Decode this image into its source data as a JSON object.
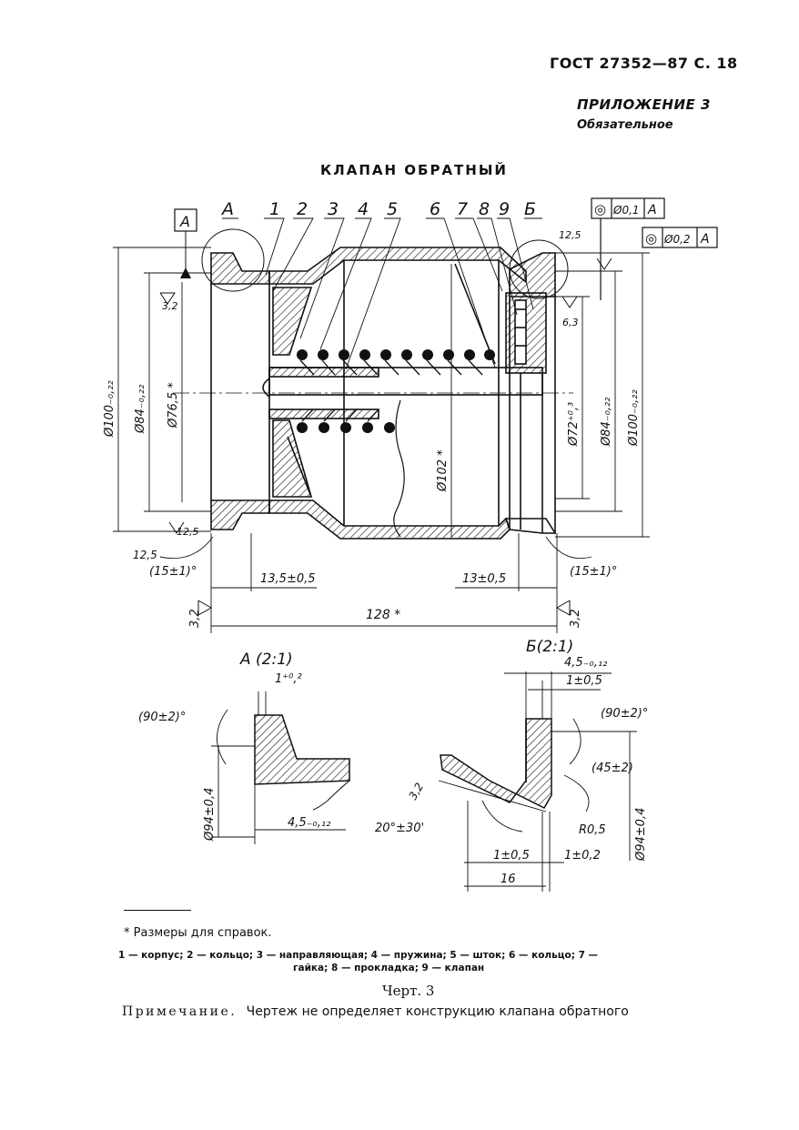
{
  "header": {
    "standard": "ГОСТ 27352—87 С. 18",
    "appendix": "ПРИЛОЖЕНИЕ 3",
    "status": "Обязательное"
  },
  "title": "КЛАПАН ОБРАТНЫЙ",
  "drawing": {
    "part_numbers": [
      "1",
      "2",
      "3",
      "4",
      "5",
      "6",
      "7",
      "8",
      "9"
    ],
    "views": [
      "А",
      "Б"
    ],
    "datum": "А",
    "tolerance_1": {
      "symbol": "◎",
      "value": "Ø0,1",
      "datum": "А"
    },
    "tolerance_2": {
      "symbol": "◎",
      "value": "Ø0,2",
      "datum": "А"
    },
    "dims": {
      "d100_left": "Ø100₋₀,₂₂",
      "d84_left": "Ø84₋₀,₂₂",
      "d76": "Ø76,5 *",
      "d102": "Ø102 *",
      "d72": "Ø72⁺⁰,³",
      "d84_right": "Ø84₋₀,₂₂",
      "d100_right": "Ø100₋₀,₂₂",
      "l135": "13,5±0,5",
      "l13": "13±0,5",
      "l128": "128 *",
      "ang15_left": "(15±1)°",
      "ang15_right": "(15±1)°",
      "r32": "3,2",
      "r125": "12,5",
      "r63": "6,3"
    },
    "detail_a": {
      "label": "А (2:1)",
      "dim1": "1⁺⁰,²",
      "ang": "(90±2)°",
      "d94": "Ø94±0,4",
      "w": "4,5₋₀,₁₂"
    },
    "detail_b": {
      "label": "Б(2:1)",
      "w": "4,5₋₀,₁₂",
      "d1": "1±0,5",
      "ang90": "(90±2)°",
      "ang45": "(45±2)",
      "rough": "3,2",
      "ang20": "20°±30'",
      "r05": "R0,5",
      "d94": "Ø94±0,4",
      "b1": "1±0,5",
      "b2": "1±0,2",
      "b16": "16"
    }
  },
  "footnote": "* Размеры для справок.",
  "legend_line1": "1 — корпус; 2 — кольцо; 3 — направляющая; 4 — пружина; 5 — шток; 6 — кольцо; 7 —",
  "legend_line2": "гайка; 8 — прокладка; 9 — клапан",
  "figure": "Черт. 3",
  "note_label": "Примечание.",
  "note_text": "Чертеж не определяет конструкцию клапана обратного"
}
